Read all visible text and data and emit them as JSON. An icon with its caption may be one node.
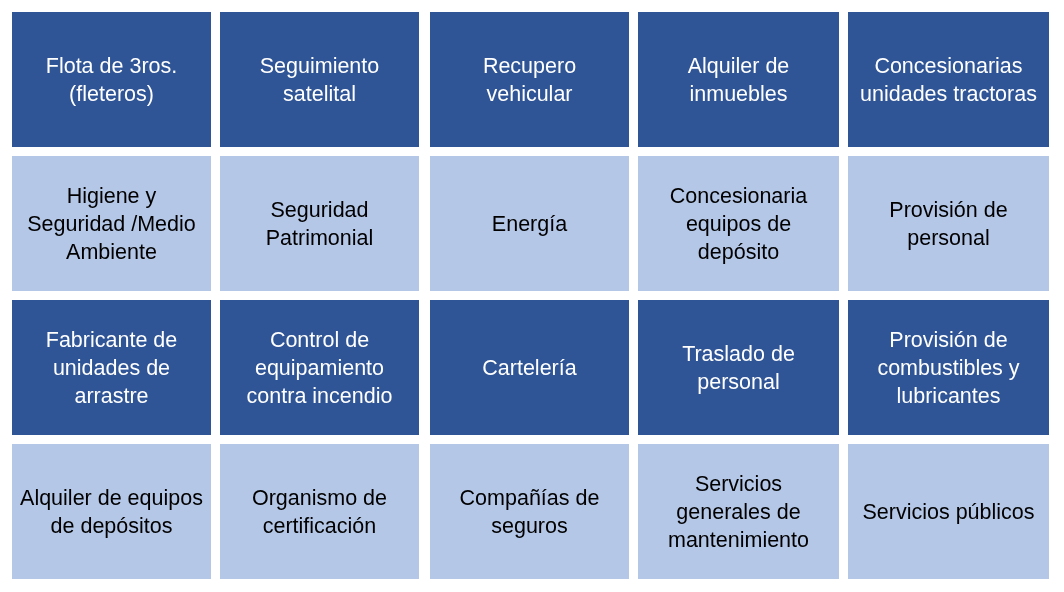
{
  "diagram": {
    "nodes": [
      {
        "text": [
          "Flota de 3ros. (fleteros)"
        ]
      },
      {
        "text": [
          "Seguimiento satelital"
        ]
      },
      {
        "text": [
          "Recupero vehicular"
        ]
      },
      {
        "text": [
          "Alquiler de inmuebles"
        ]
      },
      {
        "text": [
          "Concesionarias unidades tractoras"
        ]
      },
      {
        "text": [
          "Higiene y Seguridad /Medio Ambiente"
        ]
      },
      {
        "text": [
          "Seguridad Patrimonial"
        ]
      },
      {
        "text": [
          "Energía"
        ]
      },
      {
        "text": [
          "Concesionaria equipos de depósito"
        ]
      },
      {
        "text": [
          "Provisión de personal"
        ]
      },
      {
        "text": [
          "Fabricante de unidades de arrastre"
        ]
      },
      {
        "text": [
          "Control de equipamiento contra incendio"
        ]
      },
      {
        "text": [
          "Cartelería"
        ]
      },
      {
        "text": [
          "Traslado de personal"
        ]
      },
      {
        "text": [
          "Provisión de combustibles y lubricantes"
        ]
      },
      {
        "text": [
          "Alquiler de equipos de depósitos"
        ]
      },
      {
        "text": [
          "Organismo de certificación"
        ]
      },
      {
        "text": [
          "Compañías de seguros"
        ]
      },
      {
        "text": [
          "Servicios generales de mantenimiento"
        ]
      },
      {
        "text": [
          "Servicios públicos"
        ]
      }
    ]
  }
}
